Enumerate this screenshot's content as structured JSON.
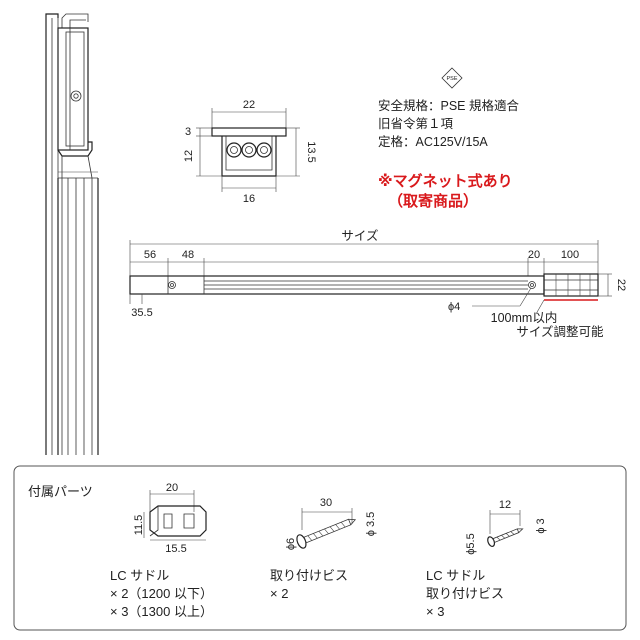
{
  "spec": {
    "pse_mark": "PSE",
    "line1": "安全規格：PSE 規格適合",
    "line2": "旧省令第１項",
    "line3": "定格：AC125V/15A"
  },
  "magnet_note": {
    "line1": "※マグネット式あり",
    "line2": "（取寄商品）"
  },
  "section_view": {
    "width_top": "22",
    "height_top": "3",
    "height_left": "12",
    "height_right": "13.5",
    "width_bottom": "16"
  },
  "rail_view": {
    "size_label": "サイズ",
    "dim_56": "56",
    "dim_48": "48",
    "dim_20": "20",
    "dim_100": "100",
    "dim_22": "22",
    "dim_355": "35.5",
    "phi4": "ϕ4",
    "note_line1": "100mm以内",
    "note_line2": "サイズ調整可能"
  },
  "parts": {
    "title": "付属パーツ",
    "saddle": {
      "dim_20": "20",
      "dim_115": "11.5",
      "dim_155": "15.5",
      "label": "LC サドル",
      "qty1": "× 2（1200 以下）",
      "qty2": "× 3（1300 以上）"
    },
    "screw_large": {
      "dim_30": "30",
      "dim_6": "ϕ6",
      "dim_35": "ϕ 3.5",
      "label": "取り付けビス",
      "qty": "× 2"
    },
    "screw_small": {
      "dim_12": "12",
      "dim_55": "ϕ5.5",
      "dim_3": "ϕ 3",
      "label1": "LC サドル",
      "label2": "取り付けビス",
      "qty": "× 3"
    }
  }
}
